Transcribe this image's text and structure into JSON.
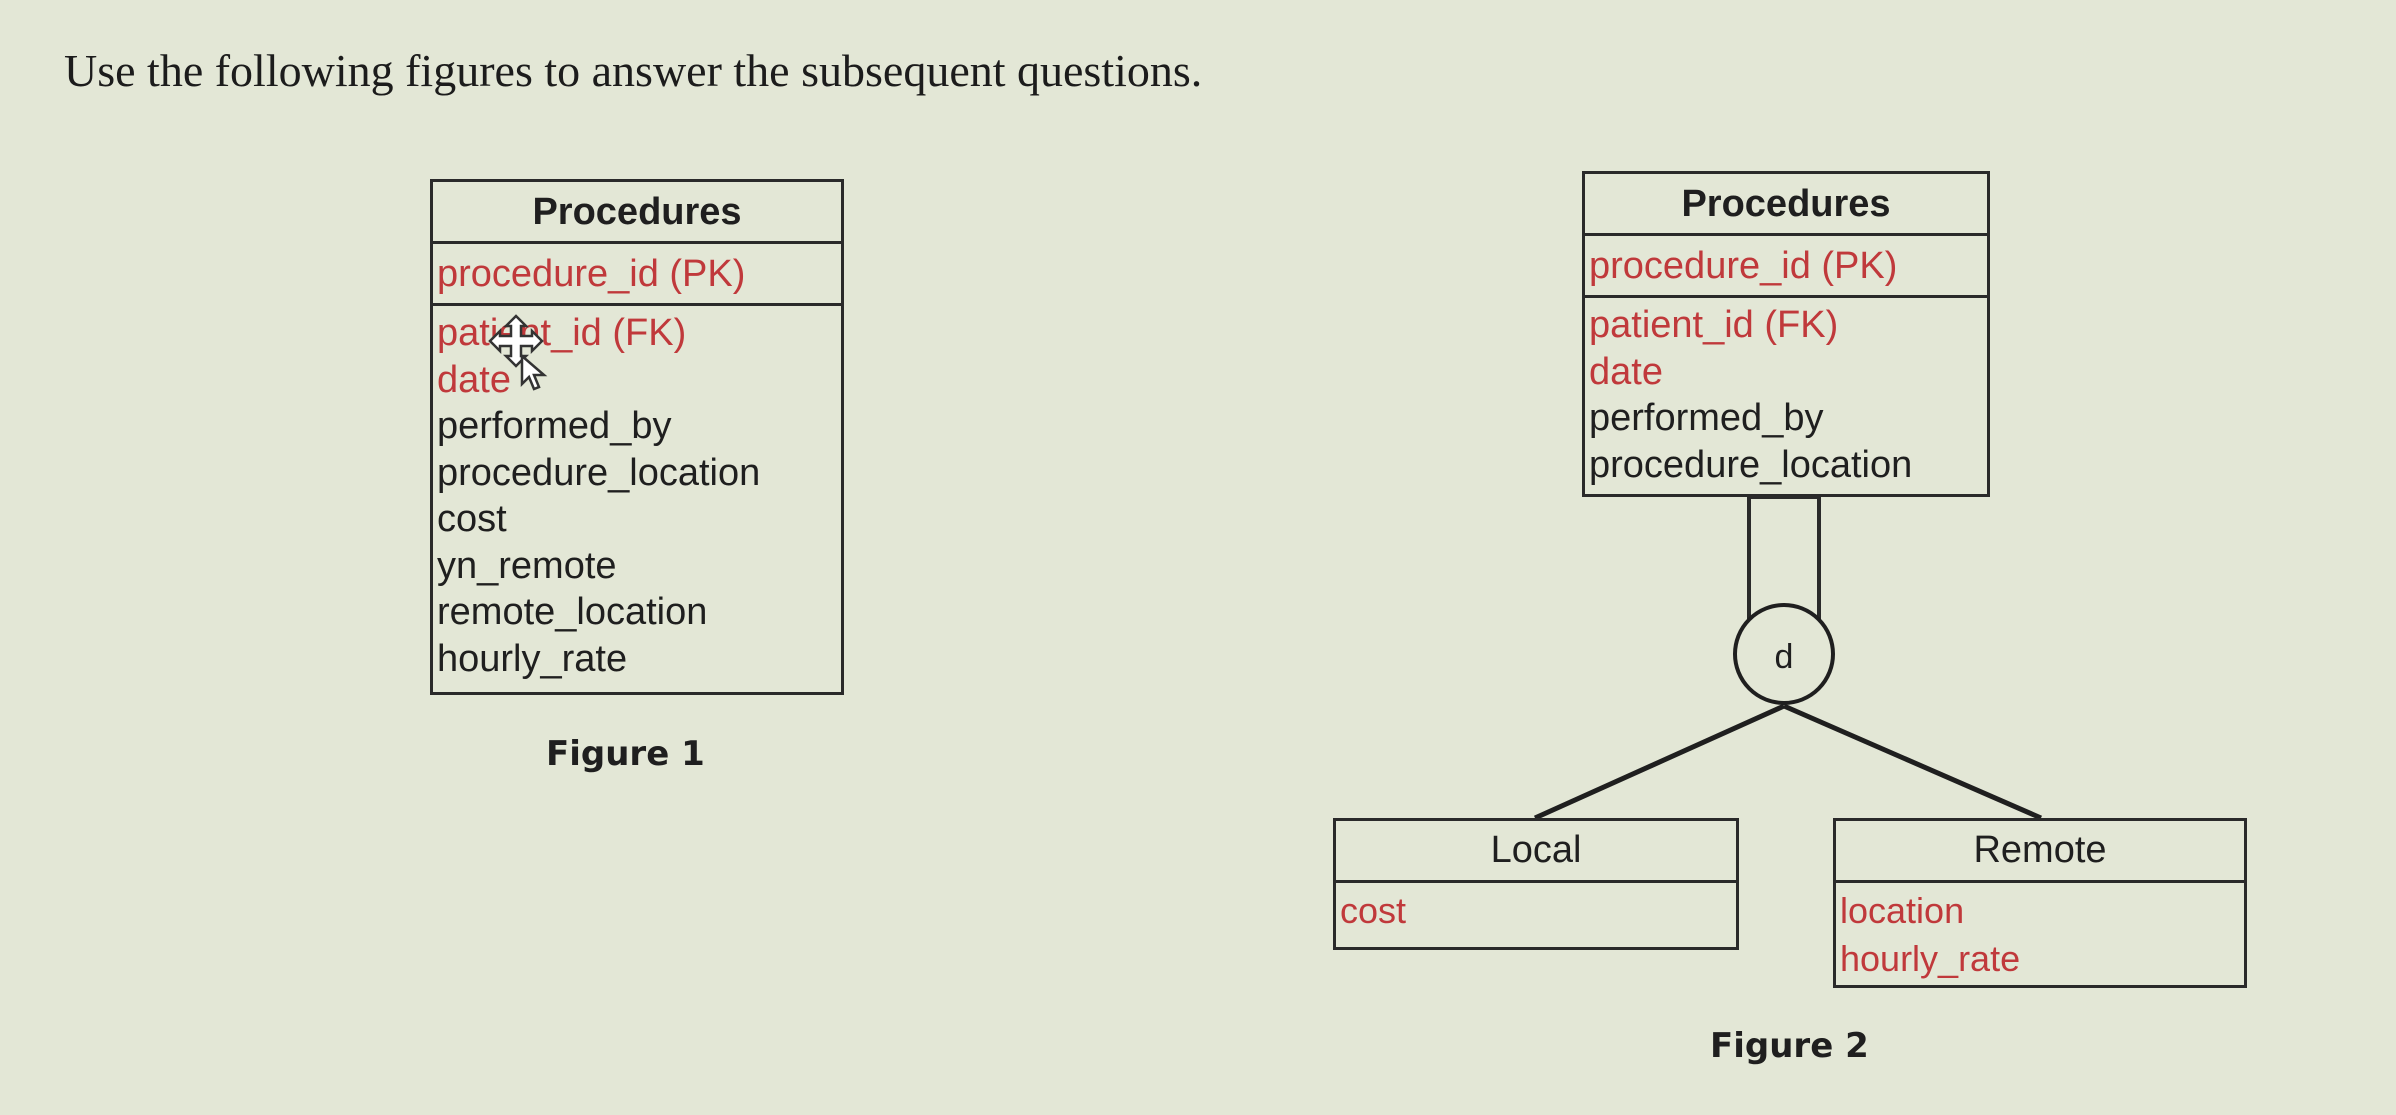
{
  "instruction": "Use the following figures to answer the subsequent questions.",
  "figure1": {
    "title": "Procedures",
    "pk": "procedure_id (PK)",
    "attributes": [
      {
        "text": "patient_id (FK)",
        "style": "fk"
      },
      {
        "text": "date",
        "style": "fk"
      },
      {
        "text": "performed_by",
        "style": "plain"
      },
      {
        "text": "procedure_location",
        "style": "plain"
      },
      {
        "text": "cost",
        "style": "plain"
      },
      {
        "text": "yn_remote",
        "style": "plain"
      },
      {
        "text": "remote_location",
        "style": "plain"
      },
      {
        "text": "hourly_rate",
        "style": "plain"
      }
    ],
    "caption": "Figure 1"
  },
  "figure2": {
    "parent": {
      "title": "Procedures",
      "pk": "procedure_id (PK)",
      "attributes": [
        {
          "text": "patient_id (FK)",
          "style": "fk"
        },
        {
          "text": "date",
          "style": "fk"
        },
        {
          "text": "performed_by",
          "style": "plain"
        },
        {
          "text": "procedure_location",
          "style": "plain"
        }
      ]
    },
    "disjoint_symbol": "d",
    "subtypes": [
      {
        "title": "Local",
        "attributes": [
          "cost"
        ]
      },
      {
        "title": "Remote",
        "attributes": [
          "location",
          "hourly_rate"
        ]
      }
    ],
    "caption": "Figure 2"
  },
  "colors": {
    "background": "#e3e7d6",
    "line": "#2a2a2a",
    "key_red": "#c0393b"
  },
  "icons": [
    "move-cursor-icon"
  ]
}
